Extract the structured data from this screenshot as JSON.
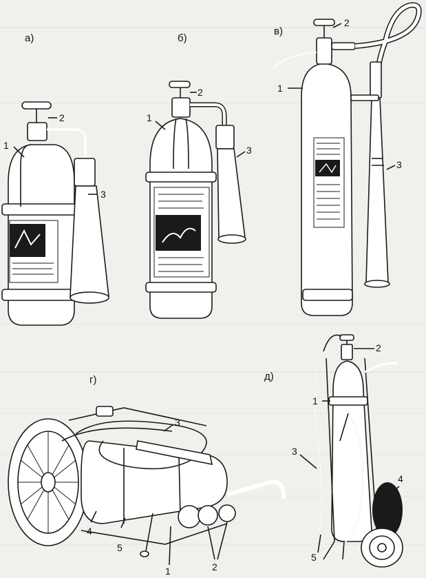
{
  "panels": {
    "a": {
      "letter": "а)",
      "labels": [
        "1",
        "2",
        "3"
      ]
    },
    "b": {
      "letter": "б)",
      "labels": [
        "1",
        "2",
        "3"
      ]
    },
    "v": {
      "letter": "в)",
      "labels": [
        "1",
        "2",
        "3"
      ]
    },
    "g": {
      "letter": "г)",
      "labels": [
        "1",
        "2",
        "3",
        "4",
        "5"
      ]
    },
    "d": {
      "letter": "д)",
      "labels": [
        "1",
        "2",
        "3",
        "4",
        "5"
      ]
    }
  },
  "colors": {
    "ink": "#1a1a1a",
    "paper": "#f1f0ec",
    "label_dark": "#111111"
  }
}
